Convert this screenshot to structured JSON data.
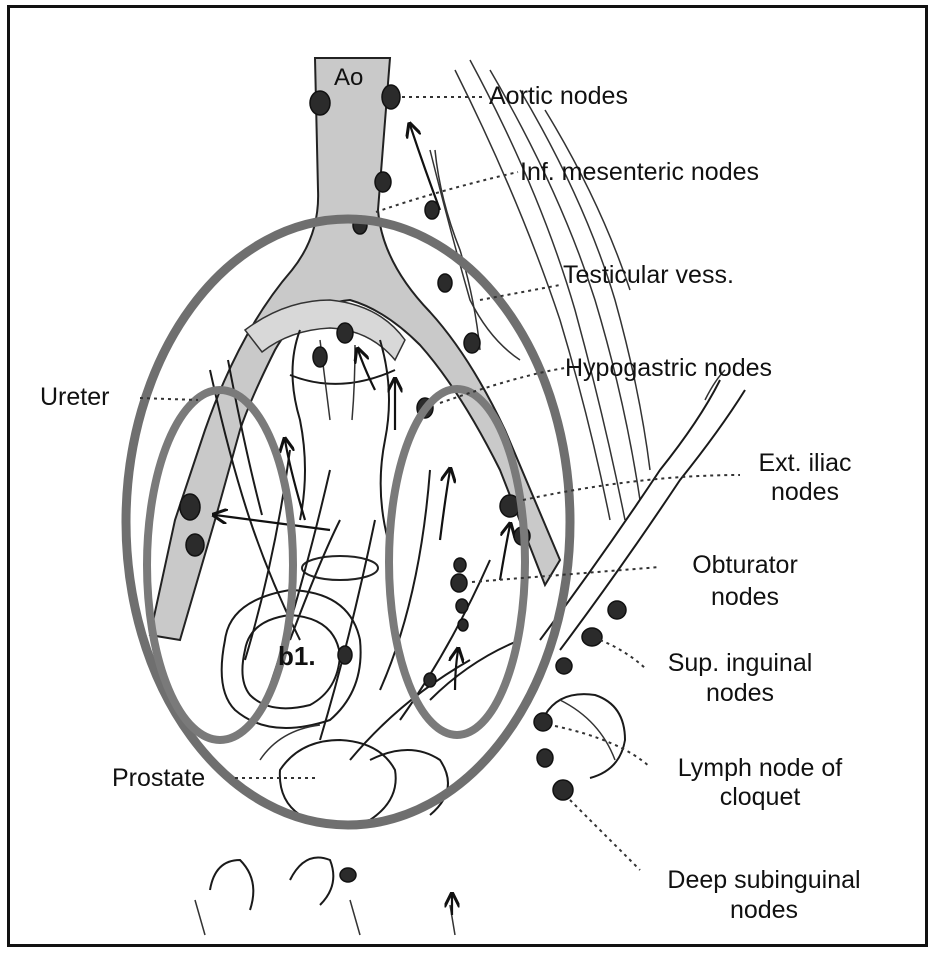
{
  "colors": {
    "ring_big": "#6f6f6f",
    "ring_side": "#7a7a7a",
    "vessel": "#c8c8c8",
    "node": "#2b2b2b",
    "ink": "#111111"
  },
  "labels": {
    "aorta_abbrev": "Ao",
    "aortic_nodes": "Aortic nodes",
    "inf_mesenteric_nodes": "Inf. mesenteric nodes",
    "testicular_vess": "Testicular vess.",
    "hypogastric_nodes": "Hypogastric nodes",
    "ureter": "Ureter",
    "ext_iliac_line1": "Ext. iliac",
    "ext_iliac_line2": "nodes",
    "obturator_line1": "Obturator",
    "obturator_line2": "nodes",
    "sup_inguinal_line1": "Sup. inguinal",
    "sup_inguinal_line2": "nodes",
    "cloquet_line1": "Lymph node of",
    "cloquet_line2": "cloquet",
    "prostate": "Prostate",
    "deep_subinguinal_line1": "Deep subinguinal",
    "deep_subinguinal_line2": "nodes",
    "bladder_mark": "b1."
  },
  "icons": [
    "lymph-node-icon",
    "arrow-icon",
    "highlight-ring-icon"
  ]
}
